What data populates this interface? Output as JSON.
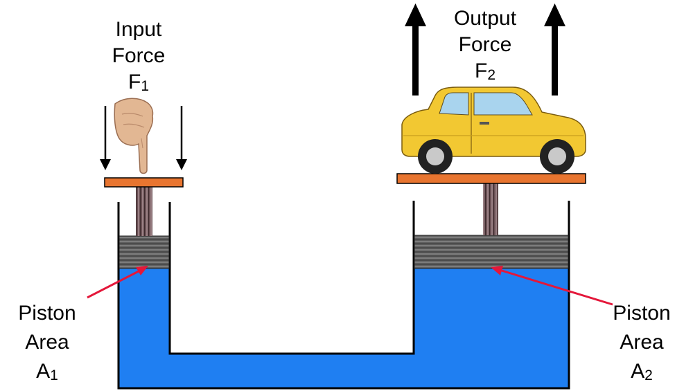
{
  "input_label": {
    "line1": "Input",
    "line2": "Force",
    "symbol": "F",
    "subscript": "1"
  },
  "output_label": {
    "line1": "Output",
    "line2": "Force",
    "symbol": "F",
    "subscript": "2"
  },
  "left_piston_label": {
    "line1": "Piston",
    "line2": "Area",
    "symbol": "A",
    "subscript": "1"
  },
  "right_piston_label": {
    "line1": "Piston",
    "line2": "Area",
    "symbol": "A",
    "subscript": "2"
  },
  "colors": {
    "fluid": "#1f7ff2",
    "platform": "#e87530",
    "pointer_arrow": "#e4173a",
    "force_arrow": "#000000",
    "car_body": "#f2c832",
    "piston": "#6f6f6f"
  }
}
